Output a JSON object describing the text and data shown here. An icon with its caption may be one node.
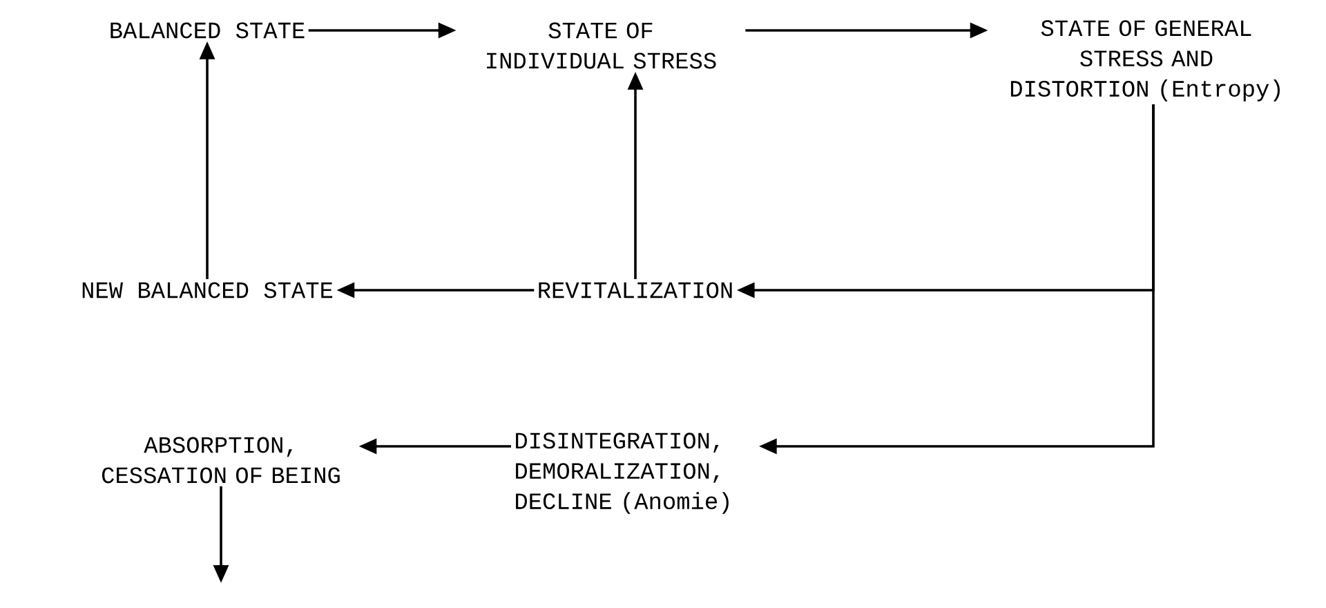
{
  "diagram": {
    "nodes": [
      {
        "text": [
          "BALANCED STATE"
        ]
      },
      {
        "text": [
          "STATE OF INDIVIDUAL STRESS"
        ]
      },
      {
        "text": [
          "STATE OF GENERAL STRESS AND DISTORTION (Entropy)"
        ]
      },
      {
        "text": [
          "NEW BALANCED STATE"
        ]
      },
      {
        "text": [
          "REVITALIZATION"
        ]
      },
      {
        "text": [
          "ABSORPTION, CESSATION OF BEING"
        ]
      },
      {
        "text": [
          "DISINTEGRATION, DEMORALIZATION, DECLINE (Anomie)"
        ]
      }
    ],
    "edges": [
      {
        "from": 0,
        "to": 1,
        "arrow": "to"
      },
      {
        "from": 1,
        "to": 2,
        "arrow": "to"
      },
      {
        "from": 2,
        "to": 6,
        "arrow": "to"
      },
      {
        "from": 2,
        "to": 4,
        "arrow": "to"
      },
      {
        "from": 4,
        "to": 3,
        "arrow": "to"
      },
      {
        "from": 4,
        "to": 1,
        "arrow": "to"
      },
      {
        "from": 3,
        "to": 0,
        "arrow": "to"
      },
      {
        "from": 6,
        "to": 5,
        "arrow": "to"
      },
      {
        "from": 5,
        "to": null,
        "arrow": "to"
      }
    ]
  }
}
